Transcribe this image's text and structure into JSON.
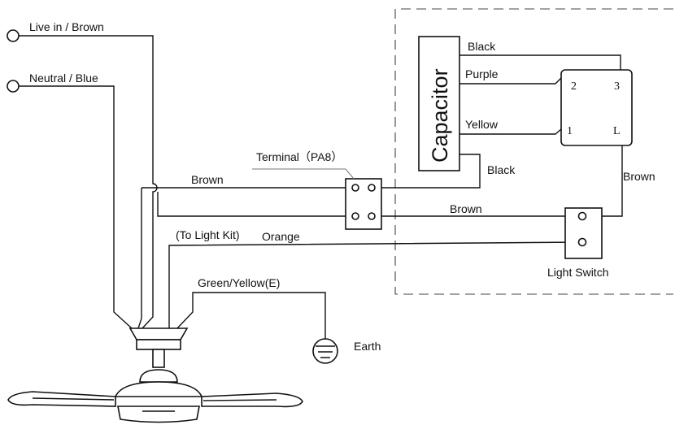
{
  "labels": {
    "live_in": "Live in / Brown",
    "neutral": "Neutral / Blue",
    "terminal": "Terminal（PA8）",
    "brown_upper": "Brown",
    "brown_lower": "Brown",
    "to_light_kit": "(To Light Kit)",
    "orange": "Orange",
    "green_yellow": "Green/Yellow(E)",
    "earth": "Earth",
    "capacitor": "Capacitor",
    "cap_black_top": "Black",
    "cap_purple": "Purple",
    "cap_yellow": "Yellow",
    "cap_black_bottom": "Black",
    "brown_right": "Brown",
    "light_switch": "Light Switch"
  },
  "switch_block": {
    "pin_2": "2",
    "pin_3": "3",
    "pin_1": "1",
    "pin_L": "L"
  }
}
